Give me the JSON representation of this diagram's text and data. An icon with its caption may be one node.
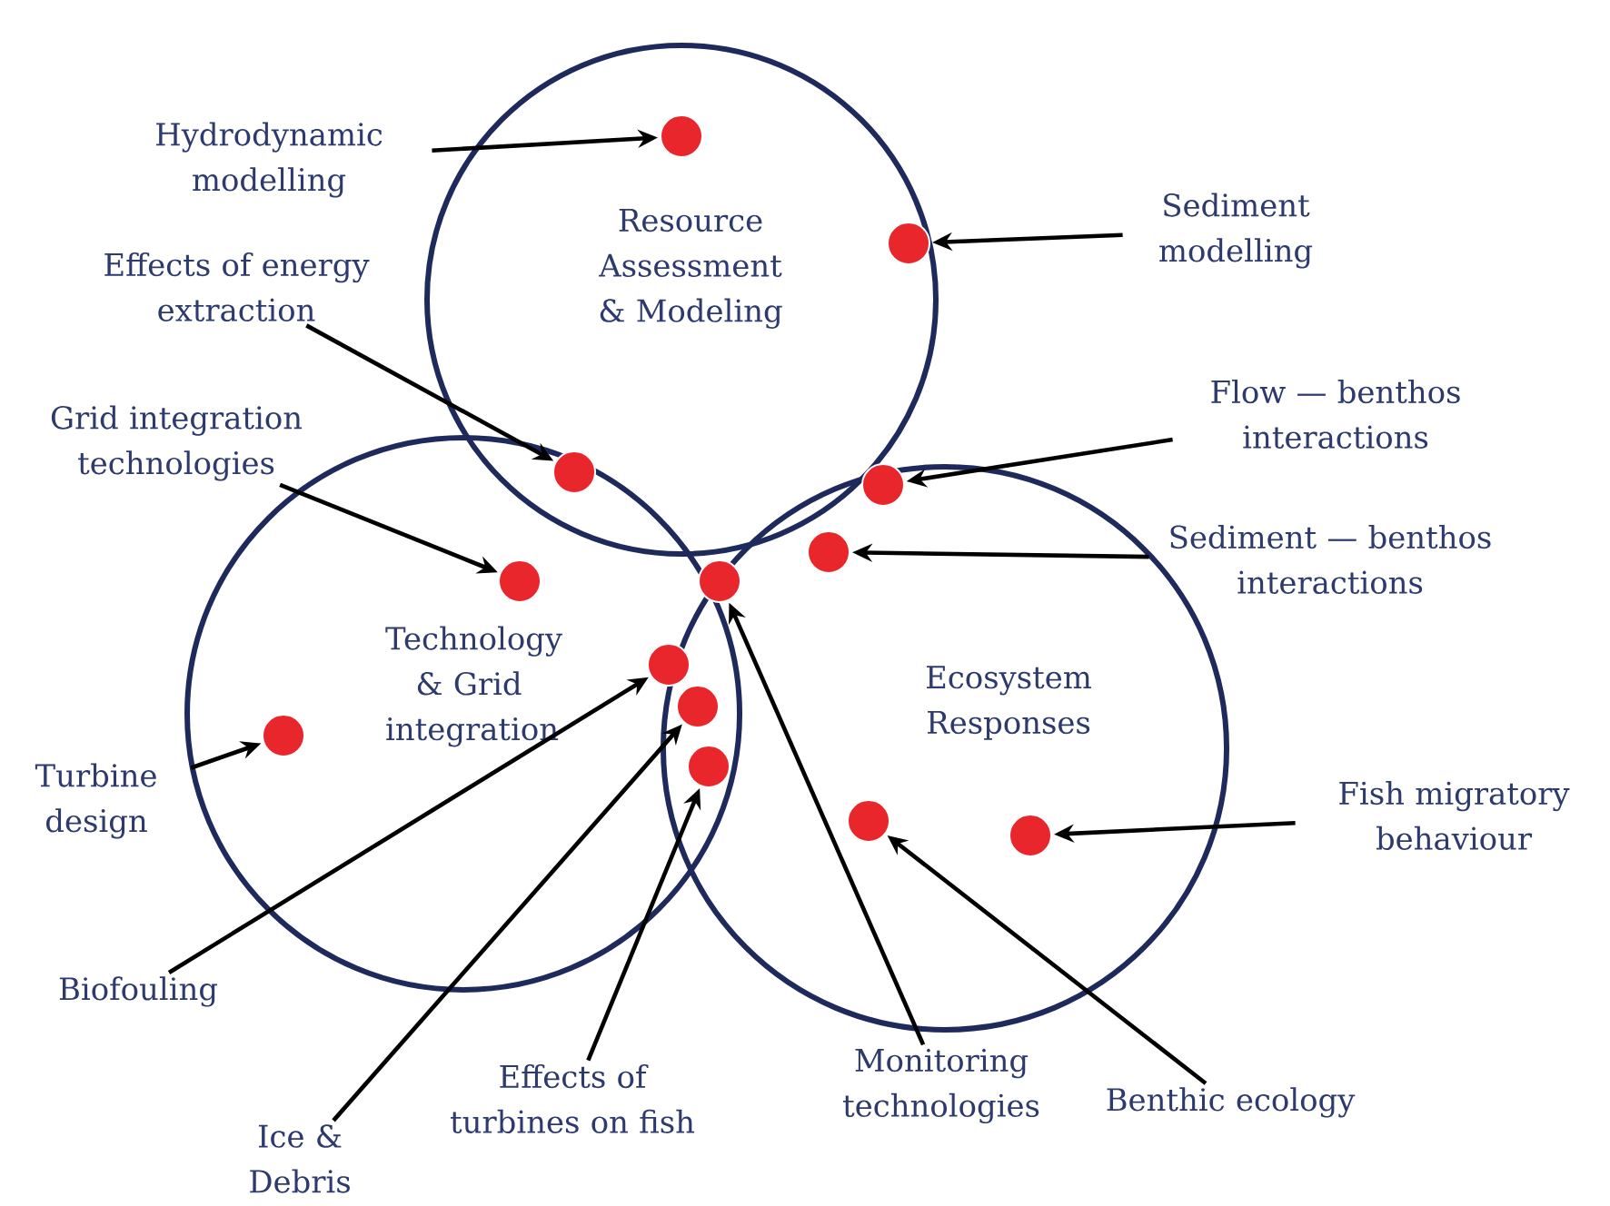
{
  "diagram": {
    "nodes": [
      {
        "text": [
          "Resource Assessment & Modeling"
        ]
      },
      {
        "text": [
          "Technology & Grid integration"
        ]
      },
      {
        "text": [
          "Ecosystem Responses"
        ]
      },
      {
        "text": [
          "Hydrodynamic modelling"
        ]
      },
      {
        "text": [],
        "shape": "circle",
        "in": 0
      },
      {
        "text": [
          "Sediment modelling"
        ]
      },
      {
        "text": [],
        "shape": "circle",
        "in": 0
      },
      {
        "text": [
          "Effects of energy extraction"
        ]
      },
      {
        "text": [],
        "shape": "circle"
      },
      {
        "text": [
          "Grid integration technologies"
        ]
      },
      {
        "text": [],
        "shape": "circle",
        "in": 1
      },
      {
        "text": [
          "Flow — benthos interactions"
        ]
      },
      {
        "text": [],
        "shape": "circle",
        "in": 2
      },
      {
        "text": [
          "Sediment — benthos interactions"
        ]
      },
      {
        "text": [],
        "shape": "circle",
        "in": 2
      },
      {
        "text": [],
        "shape": "circle",
        "in": 2
      },
      {
        "text": [],
        "shape": "circle",
        "in": 1
      },
      {
        "text": [],
        "shape": "circle"
      },
      {
        "text": [],
        "shape": "circle"
      },
      {
        "text": [
          "Turbine design"
        ]
      },
      {
        "text": [],
        "shape": "circle",
        "in": 1
      },
      {
        "text": [
          "Fish migratory behaviour"
        ]
      },
      {
        "text": [],
        "shape": "circle",
        "in": 2
      },
      {
        "text": [],
        "shape": "circle",
        "in": 2
      },
      {
        "text": [
          "Biofouling"
        ]
      },
      {
        "text": [
          "Ice & Debris"
        ]
      },
      {
        "text": [
          "Effects of turbines on fish"
        ]
      },
      {
        "text": [
          "Monitoring technologies"
        ]
      },
      {
        "text": [
          "Benthic ecology"
        ]
      }
    ],
    "edges": [
      {
        "from": 3,
        "to": 4,
        "arrow": "to"
      },
      {
        "from": 5,
        "to": 6,
        "arrow": "to"
      },
      {
        "from": 7,
        "to": 8,
        "arrow": "to"
      },
      {
        "from": 9,
        "to": 10,
        "arrow": "to"
      },
      {
        "from": 11,
        "to": 12,
        "arrow": "to"
      },
      {
        "from": 13,
        "to": 14,
        "arrow": "to"
      },
      {
        "from": 19,
        "to": 20,
        "arrow": "to"
      },
      {
        "from": 21,
        "to": 22,
        "arrow": "to"
      },
      {
        "from": 24,
        "to": 16,
        "arrow": "to"
      },
      {
        "from": 25,
        "to": 17,
        "arrow": "to"
      },
      {
        "from": 26,
        "to": 18,
        "arrow": "to"
      },
      {
        "from": 27,
        "to": 15,
        "arrow": "to"
      },
      {
        "from": 28,
        "to": 23,
        "arrow": "to"
      }
    ]
  }
}
